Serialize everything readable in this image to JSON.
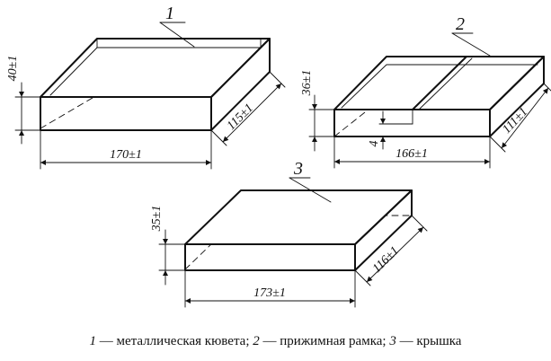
{
  "parts": [
    {
      "number": "1",
      "dims": {
        "height": "40±1",
        "length": "170±1",
        "width": "115±1"
      }
    },
    {
      "number": "2",
      "dims": {
        "height": "36±1",
        "offset": "4",
        "length": "166±1",
        "width": "111±1"
      }
    },
    {
      "number": "3",
      "dims": {
        "height": "35±1",
        "length": "173±1",
        "width": "116±1"
      }
    }
  ],
  "caption": [
    {
      "num": "1",
      "text": "металлическая кювета"
    },
    {
      "num": "2",
      "text": "прижимная рамка"
    },
    {
      "num": "3",
      "text": "крышка"
    }
  ]
}
